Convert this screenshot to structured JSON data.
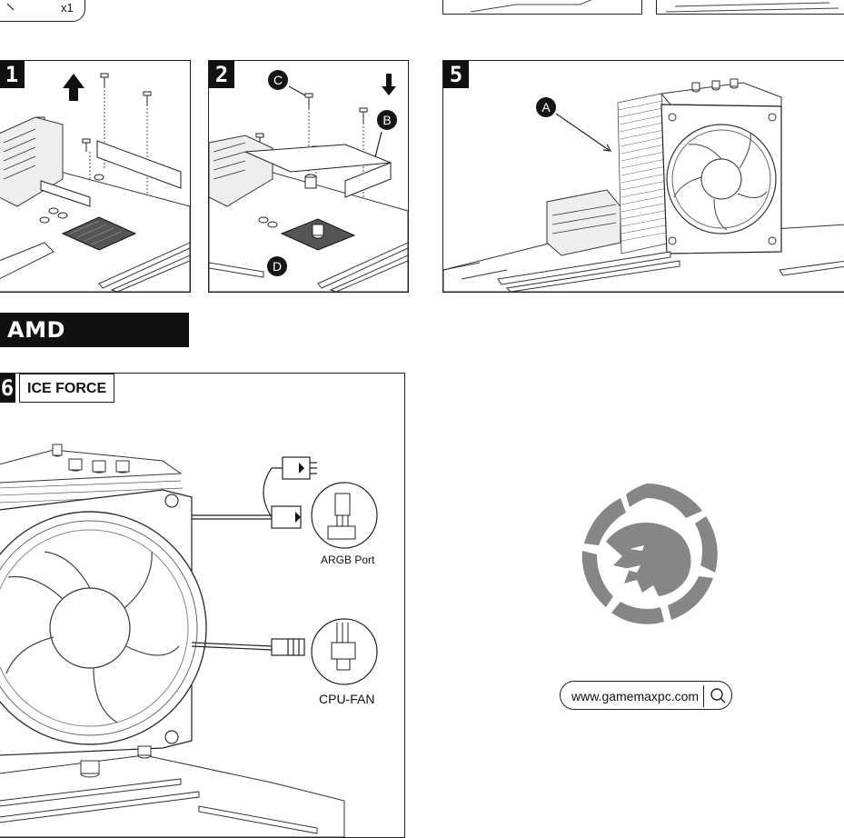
{
  "top_fragment": {
    "quantity": "x1"
  },
  "steps": {
    "step1": {
      "number": "1"
    },
    "step2": {
      "number": "2",
      "callouts": [
        "C",
        "B",
        "D"
      ]
    },
    "step5": {
      "number": "5",
      "callouts": [
        "A"
      ]
    },
    "step6": {
      "number": "6",
      "label": "ICE FORCE"
    }
  },
  "section": {
    "title": "AMD AM5/AM4"
  },
  "connectors": {
    "argb_label": "ARGB Port",
    "cpu_fan_label": "CPU-FAN"
  },
  "footer": {
    "url": "www.gamemaxpc.com"
  },
  "colors": {
    "line": "#222222",
    "logo_gray": "#868686",
    "badge_bg": "#111111"
  }
}
